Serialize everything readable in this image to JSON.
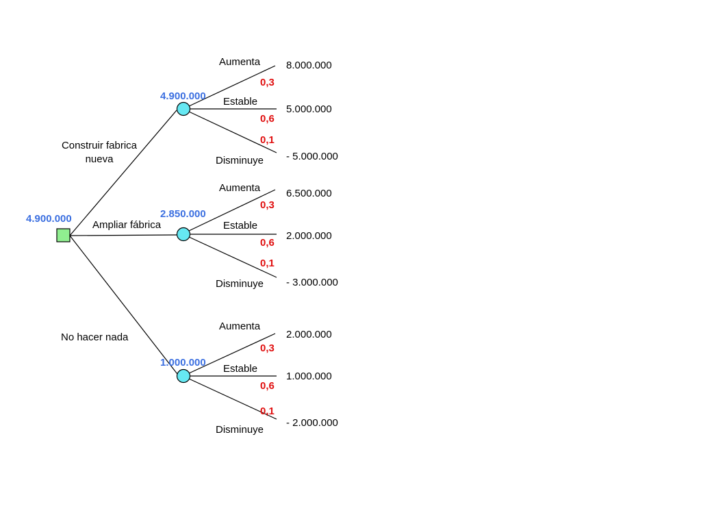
{
  "decision_tree": {
    "root": {
      "value": "4.900.000",
      "fill_color": "#90ee90"
    },
    "chance_node_color": "#66e8f2",
    "value_color": "#3b6fe0",
    "probability_color": "#e01010",
    "options": [
      {
        "label_lines": [
          "Construir fabrica",
          "nueva"
        ],
        "expected_value": "4.900.000",
        "outcomes": [
          {
            "label": "Aumenta",
            "probability": "0,3",
            "payoff": "8.000.000"
          },
          {
            "label": "Estable",
            "probability": "0,6",
            "payoff": "5.000.000"
          },
          {
            "label": "Disminuye",
            "probability": "0,1",
            "payoff": "- 5.000.000"
          }
        ]
      },
      {
        "label_lines": [
          "Ampliar fábrica"
        ],
        "expected_value": "2.850.000",
        "outcomes": [
          {
            "label": "Aumenta",
            "probability": "0,3",
            "payoff": "6.500.000"
          },
          {
            "label": "Estable",
            "probability": "0,6",
            "payoff": "2.000.000"
          },
          {
            "label": "Disminuye",
            "probability": "0,1",
            "payoff": "- 3.000.000"
          }
        ]
      },
      {
        "label_lines": [
          "No hacer nada"
        ],
        "expected_value": "1.000.000",
        "outcomes": [
          {
            "label": "Aumenta",
            "probability": "0,3",
            "payoff": "2.000.000"
          },
          {
            "label": "Estable",
            "probability": "0,6",
            "payoff": "1.000.000"
          },
          {
            "label": "Disminuye",
            "probability": "0,1",
            "payoff": "- 2.000.000"
          }
        ]
      }
    ]
  }
}
